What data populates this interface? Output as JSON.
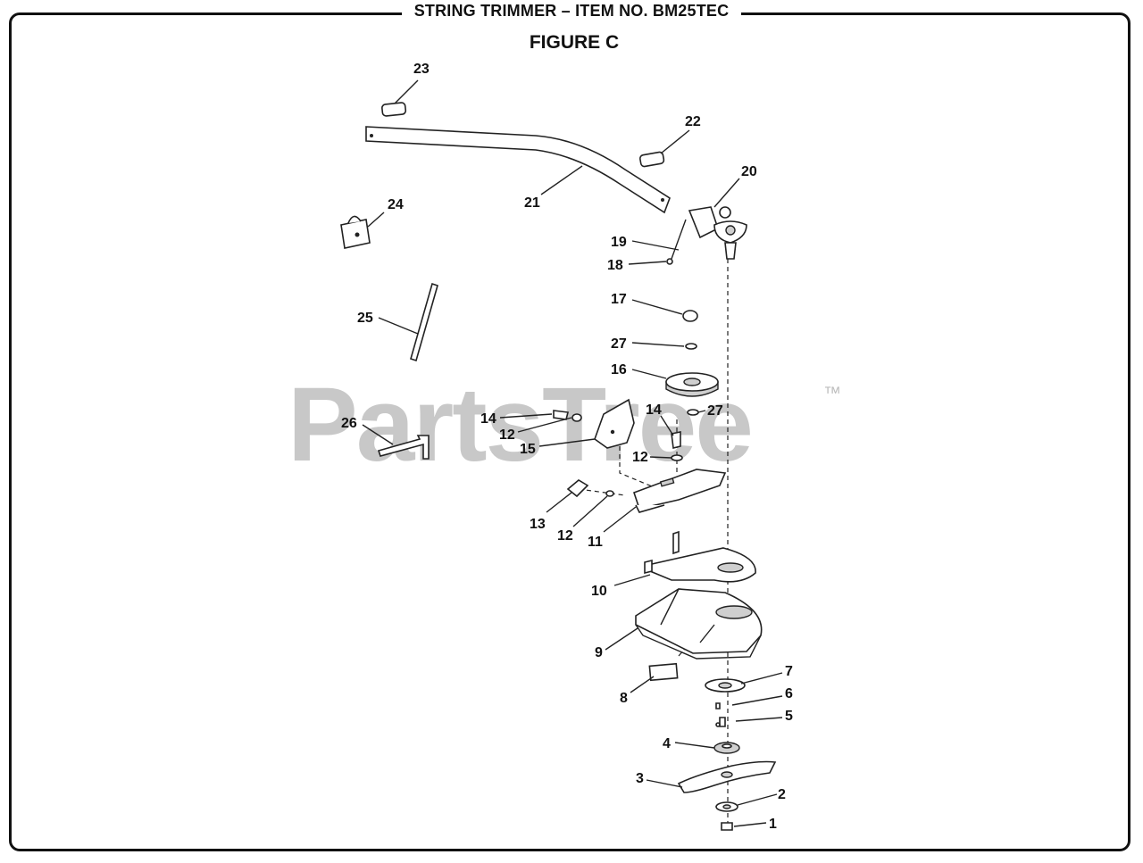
{
  "header": {
    "title": "STRING TRIMMER – ITEM NO. BM25TEC",
    "figure": "FIGURE C"
  },
  "watermark": {
    "text": "PartsTree",
    "trademark": "™"
  },
  "callouts": {
    "c1": "1",
    "c2": "2",
    "c3": "3",
    "c4": "4",
    "c5": "5",
    "c6": "6",
    "c7": "7",
    "c8": "8",
    "c9": "9",
    "c10": "10",
    "c11": "11",
    "c12a": "12",
    "c12b": "12",
    "c12c": "12",
    "c13": "13",
    "c14a": "14",
    "c14b": "14",
    "c15": "15",
    "c16": "16",
    "c17": "17",
    "c18": "18",
    "c19": "19",
    "c20": "20",
    "c21": "21",
    "c22": "22",
    "c23": "23",
    "c24": "24",
    "c25": "25",
    "c26": "26",
    "c27a": "27",
    "c27b": "27"
  }
}
